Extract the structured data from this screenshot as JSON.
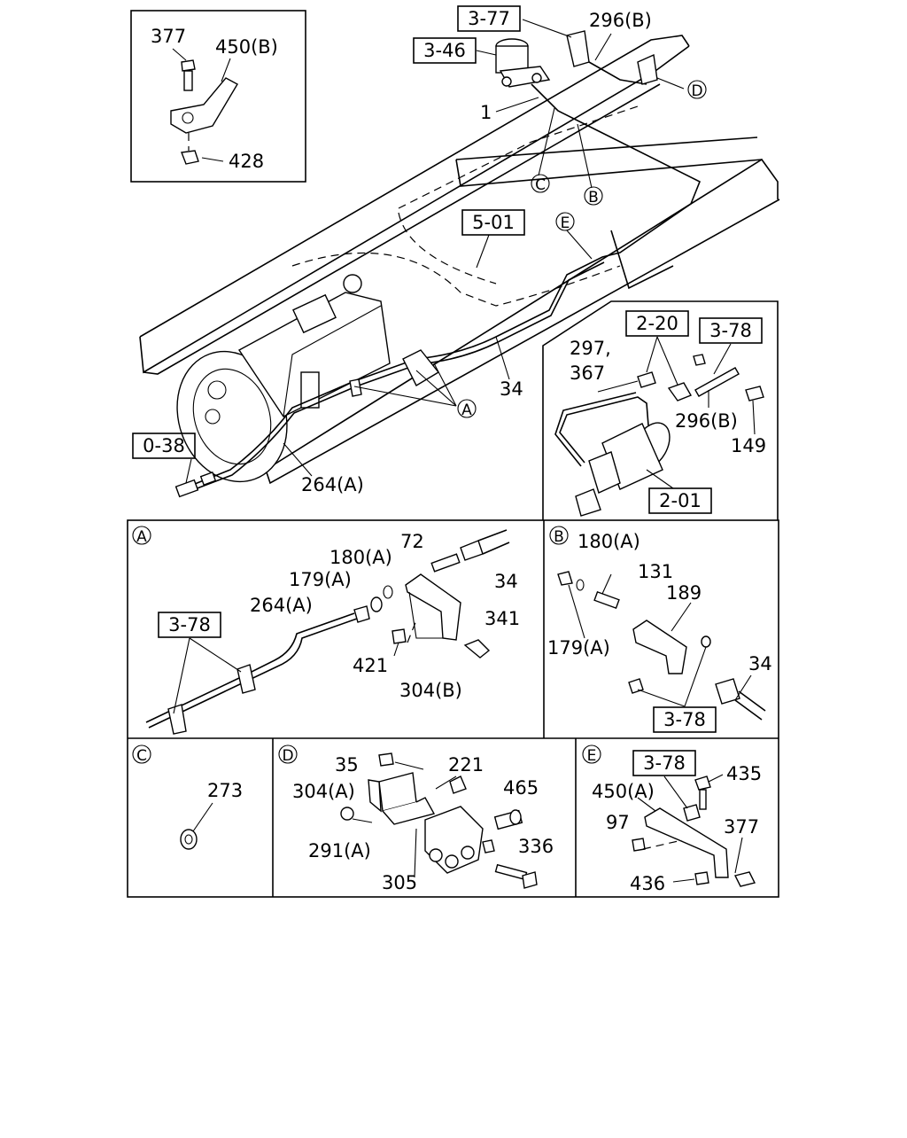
{
  "ref_boxes": {
    "r377": "3-77",
    "r346": "3-46",
    "r501": "5-01",
    "r038": "0-38",
    "r220": "2-20",
    "r378_main": "3-78",
    "r201": "2-01",
    "r378_a": "3-78",
    "r378_b": "3-78",
    "r378_e": "3-78"
  },
  "main": {
    "p296b": "296(B)",
    "p1": "1",
    "p34": "34",
    "p264a": "264(A)",
    "call_d": "D",
    "call_c": "C",
    "call_b": "B",
    "call_e": "E",
    "call_a": "A"
  },
  "inset_top": {
    "p377": "377",
    "p450b": "450(B)",
    "p428": "428"
  },
  "inset_right": {
    "p297": "297,",
    "p367": "367",
    "p296b": "296(B)",
    "p149": "149"
  },
  "section_a": {
    "tag": "A",
    "p72": "72",
    "p180a": "180(A)",
    "p179a": "179(A)",
    "p264a": "264(A)",
    "p34": "34",
    "p341": "341",
    "p421": "421",
    "p304b": "304(B)"
  },
  "section_b": {
    "tag": "B",
    "p180a": "180(A)",
    "p131": "131",
    "p189": "189",
    "p179a": "179(A)",
    "p34": "34"
  },
  "section_c": {
    "tag": "C",
    "p273": "273"
  },
  "section_d": {
    "tag": "D",
    "p35": "35",
    "p221": "221",
    "p304a": "304(A)",
    "p465": "465",
    "p291a": "291(A)",
    "p336": "336",
    "p305": "305"
  },
  "section_e": {
    "tag": "E",
    "p435": "435",
    "p450a": "450(A)",
    "p97": "97",
    "p377": "377",
    "p436": "436"
  }
}
